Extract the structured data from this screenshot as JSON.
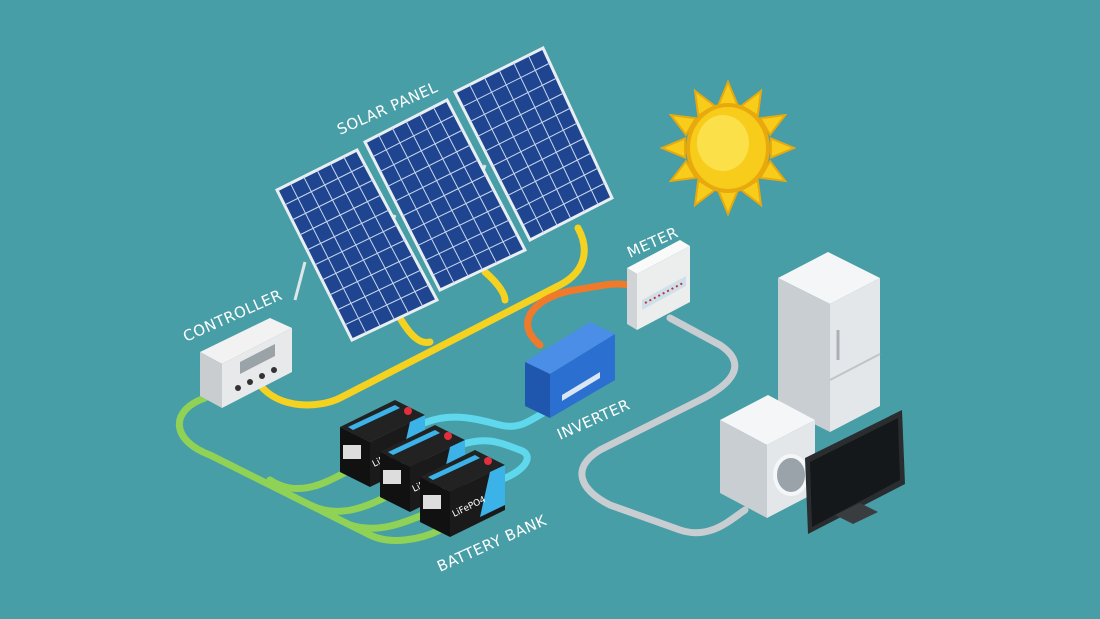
{
  "labels": {
    "solar_panel": "SOLAR PANEL",
    "controller": "CONTROLLER",
    "meter": "METER",
    "inverter": "INVERTER",
    "battery_bank": "BATTERY BANK"
  },
  "battery": {
    "chemistry": "LiFePO4"
  },
  "colors": {
    "background": "#489ea6",
    "panel": "#1f4590",
    "dc_cable": "#f4d21f",
    "battery_cable": "#8fd255",
    "inverter_cable": "#5fd8ee",
    "grid_cable": "#f07a2a",
    "ac_cable": "#c8cdd2",
    "sun": "#f7cc1b",
    "inverter": "#2b6fd0"
  }
}
